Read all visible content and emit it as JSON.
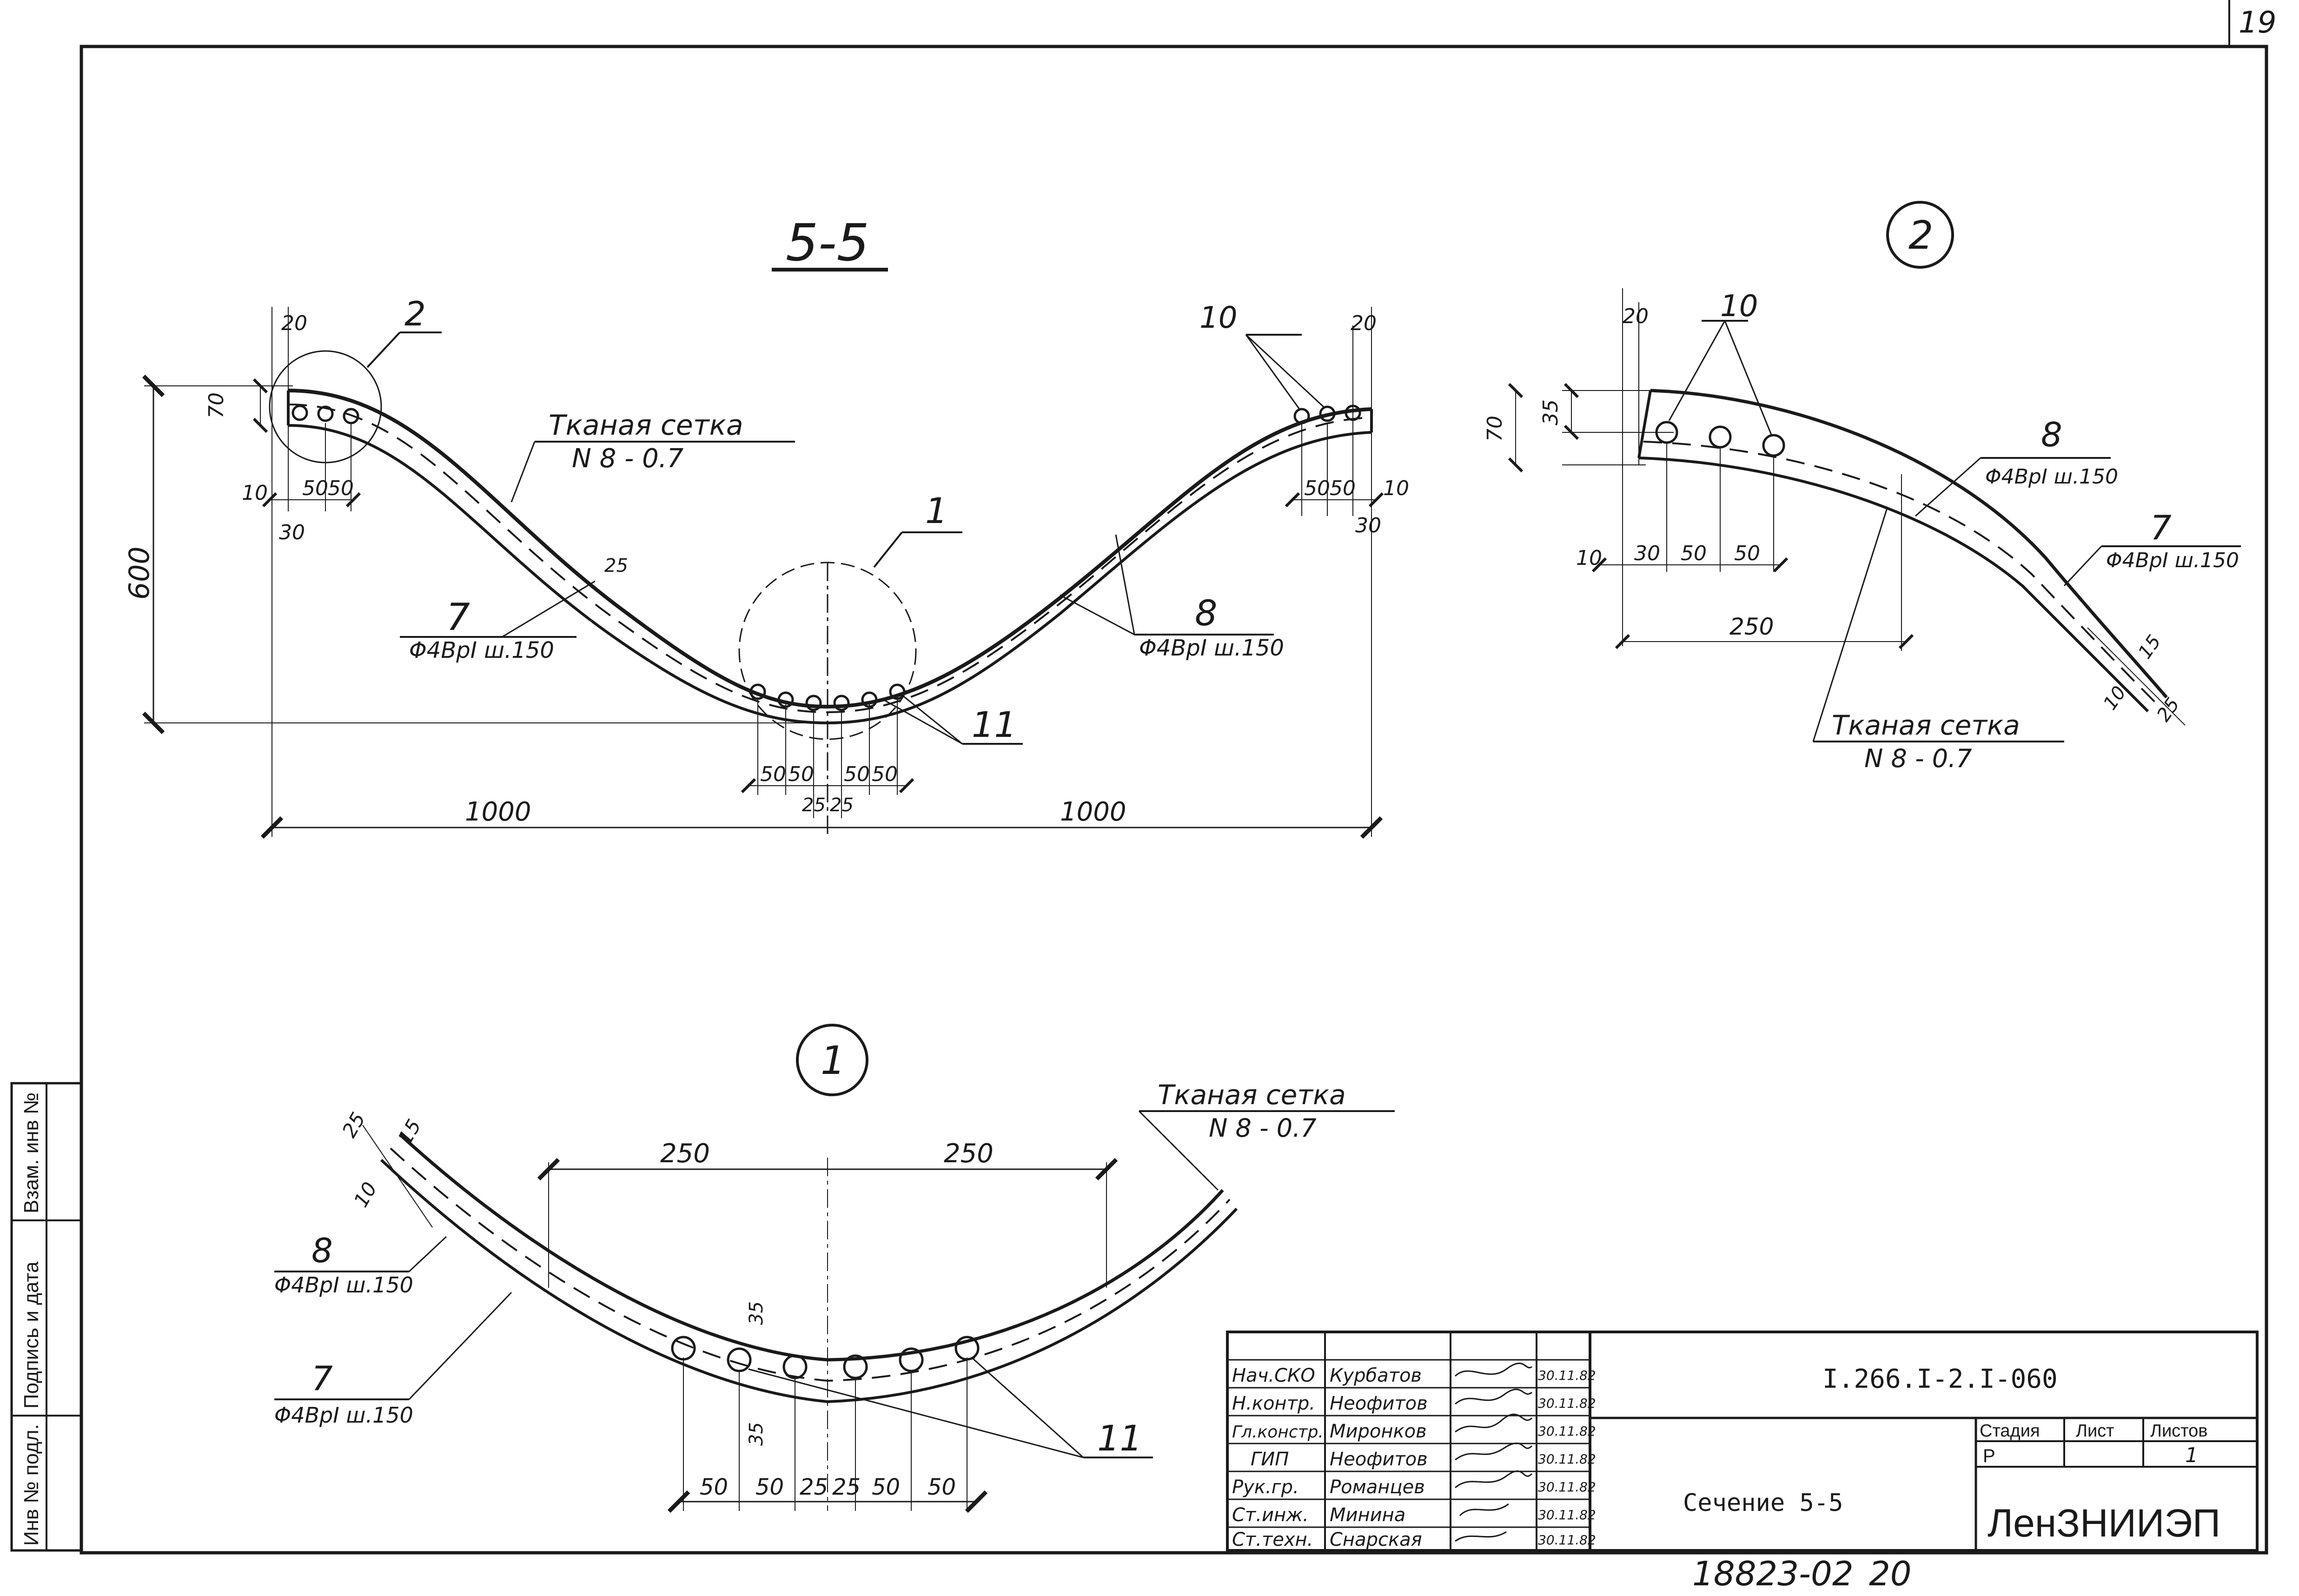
{
  "sheet_number": "19",
  "section": {
    "title": "5-5"
  },
  "callouts": {
    "detail_2": "2",
    "detail_1": "1"
  },
  "labels": {
    "mesh_name": "Ткaная сетка",
    "mesh_spec": "N 8 - 0.7",
    "mesh_spec_detail1": "N 8 - 0.7",
    "pos_1": "1",
    "pos_2": "2",
    "pos_7": "7",
    "pos_8": "8",
    "pos_10": "10",
    "pos_11": "11",
    "bar_spec": "Φ4BpI ш.150",
    "small_mark": "25"
  },
  "dims_section": {
    "d20a": "20",
    "d70": "70",
    "d10": "10",
    "d50a": "50",
    "d50b": "50",
    "d30": "30",
    "d600": "600",
    "d20b": "20",
    "d50c": "50",
    "d50d": "50",
    "d10b": "10",
    "d30b": "30",
    "b50a": "50",
    "b50b": "50",
    "b50c": "50",
    "b50d": "50",
    "b25a": "25",
    "b25b": "25",
    "d1000a": "1000",
    "d1000b": "1000"
  },
  "dims_detail2": {
    "d20": "20",
    "d35": "35",
    "d70": "70",
    "d10": "10",
    "d30": "30",
    "d50a": "50",
    "d50b": "50",
    "d250": "250",
    "d15": "15",
    "d10b": "10",
    "d25": "25"
  },
  "dims_detail1": {
    "d25": "25",
    "d15": "15",
    "d10": "10",
    "d250a": "250",
    "d250b": "250",
    "d35a": "35",
    "d35b": "35",
    "b50a": "50",
    "b50b": "50",
    "b25a": "25",
    "b25b": "25",
    "b50c": "50",
    "b50d": "50"
  },
  "side_stamp": {
    "inv_podl": "Инв № подл.",
    "podpis_data": "Подпись и дата",
    "vzam_inv": "Взам. инв №"
  },
  "title_block": {
    "roles": [
      "Нач.СКО",
      "Н.контр.",
      "Гл.констр.",
      "ГИП",
      "Рук.гр.",
      "Ст.инж.",
      "Ст.техн."
    ],
    "names": [
      "Курбатов",
      "Неофитов",
      "Миронков",
      "Неофитов",
      "Романцев",
      "Минина",
      "Снарская"
    ],
    "dates": [
      "30.11.82",
      "30.11.82",
      "30.11.82",
      "30.11.82",
      "30.11.82",
      "30.11.82",
      "30.11.82"
    ],
    "doc_code": "I.266.I-2.I-060",
    "sheet_title": "Сечение 5-5",
    "stage_label": "Стадия",
    "sheet_label": "Лист",
    "sheets_label": "Листов",
    "stage_value": "Р",
    "sheets_value": "1",
    "org": "ЛенЗНИИЭП"
  },
  "footer": {
    "archive_no": "18823-02",
    "page": "20"
  }
}
